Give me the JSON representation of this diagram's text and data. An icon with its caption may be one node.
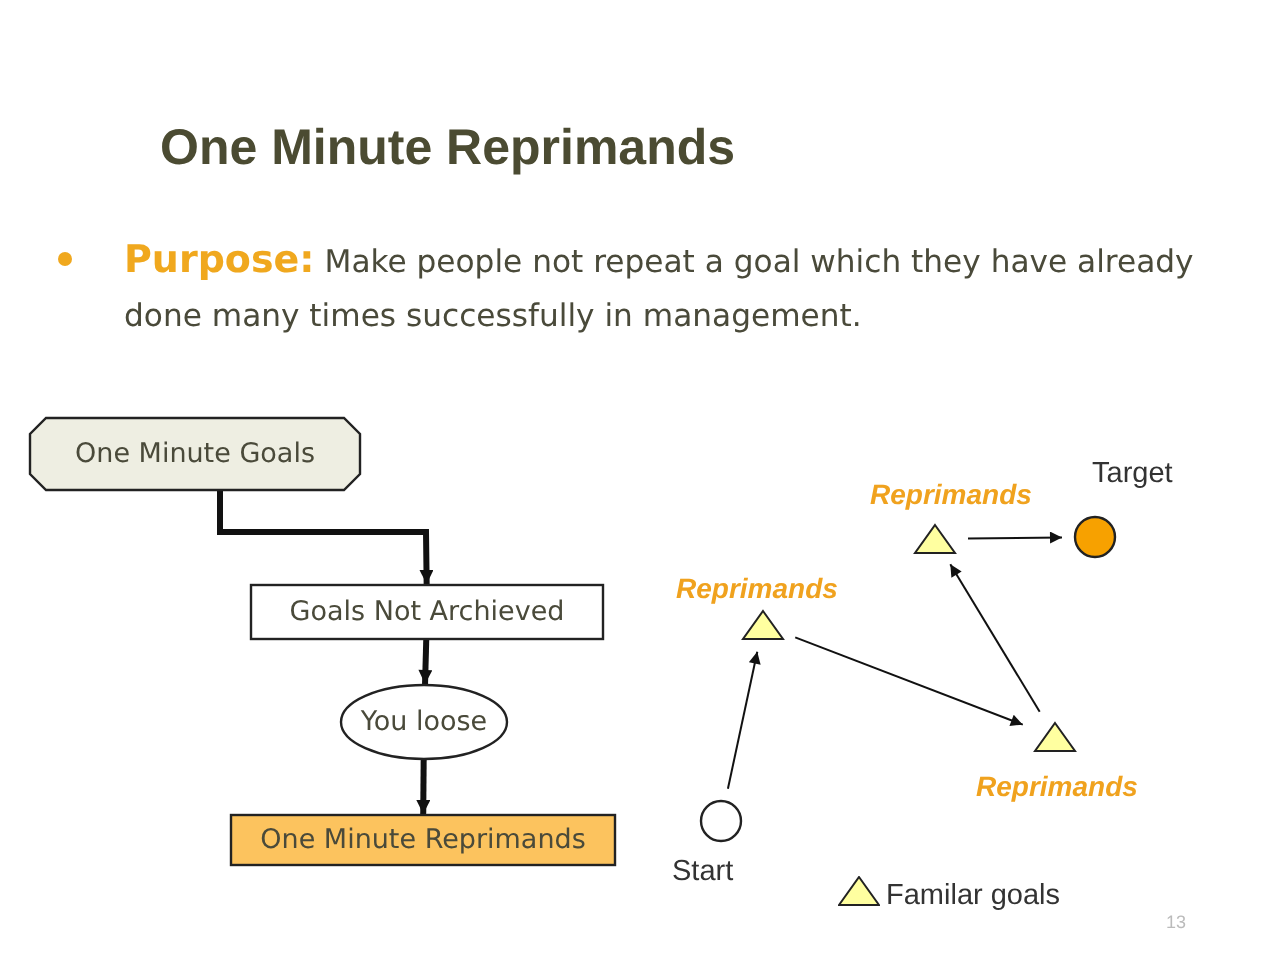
{
  "diagram": {
    "title": "One Minute Reprimands",
    "nodes": [
      {
        "text": [
          "One Minute Goals"
        ]
      },
      {
        "text": [
          "Goals Not Archieved"
        ]
      },
      {
        "text": [
          "You loose"
        ]
      },
      {
        "text": [
          "One Minute Reprimands"
        ]
      },
      {
        "text": [],
        "shape": "circle",
        "beside": [
          "Start"
        ]
      },
      {
        "text": [],
        "shape": "triangle",
        "beside": [
          "Reprimands"
        ]
      },
      {
        "text": [],
        "shape": "triangle",
        "beside": [
          "Reprimands"
        ]
      },
      {
        "text": [],
        "shape": "triangle",
        "beside": [
          "Reprimands"
        ]
      },
      {
        "text": [],
        "shape": "circle",
        "beside": [
          "Target"
        ]
      }
    ],
    "edges": [
      {
        "from": 0,
        "to": 1,
        "arrow": "to",
        "style": "thick"
      },
      {
        "from": 1,
        "to": 2,
        "arrow": "to",
        "style": "thick"
      },
      {
        "from": 2,
        "to": 3,
        "arrow": "to",
        "style": "thick"
      },
      {
        "from": 4,
        "to": 5,
        "arrow": "to"
      },
      {
        "from": 5,
        "to": 7,
        "arrow": "to"
      },
      {
        "from": 7,
        "to": 6,
        "arrow": "to"
      },
      {
        "from": 6,
        "to": 8,
        "arrow": "to"
      }
    ],
    "labels": [
      "**Purpose:** Make people not repeat a goal which they have already done many times successfully in management.",
      "13"
    ],
    "legend": [
      {
        "text": "Familar goals"
      }
    ]
  }
}
